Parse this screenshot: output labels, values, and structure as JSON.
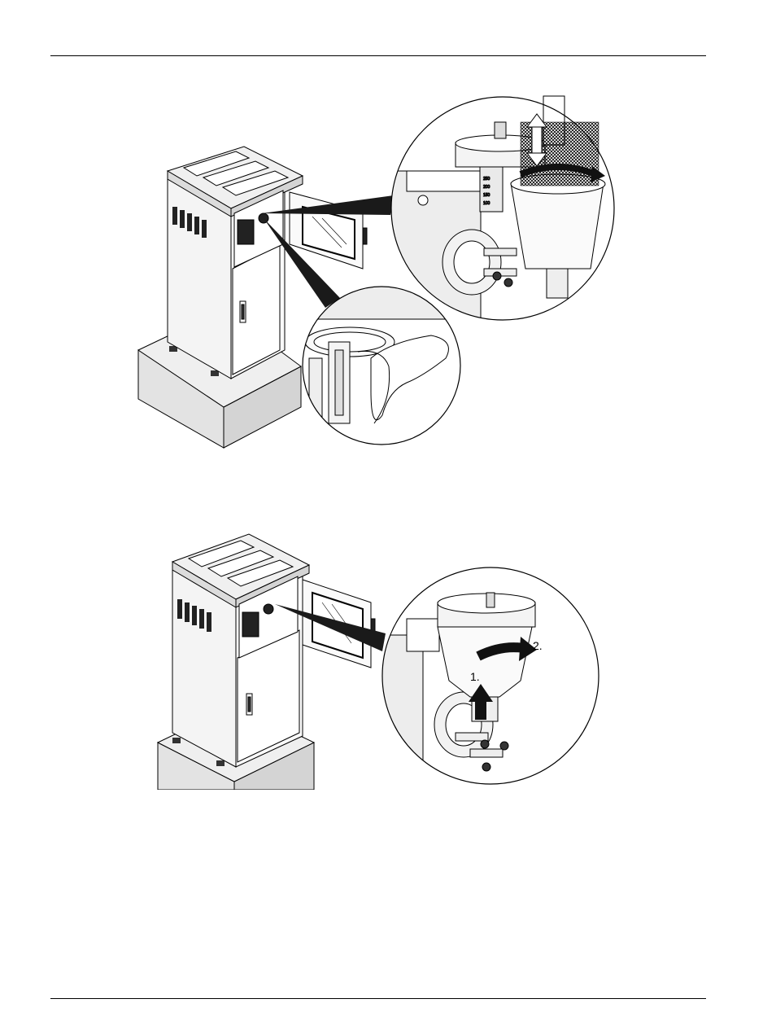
{
  "figure_2": {
    "step_1_label": "1.",
    "step_2_label": "2."
  },
  "scale_marks": [
    "250",
    "200",
    "150",
    "100"
  ],
  "icons": {
    "brush": "cleaning-brush-icon",
    "rotate": "rotate-arrow-icon",
    "push": "push-up-arrow-icon",
    "updown": "up-down-arrow-icon"
  }
}
